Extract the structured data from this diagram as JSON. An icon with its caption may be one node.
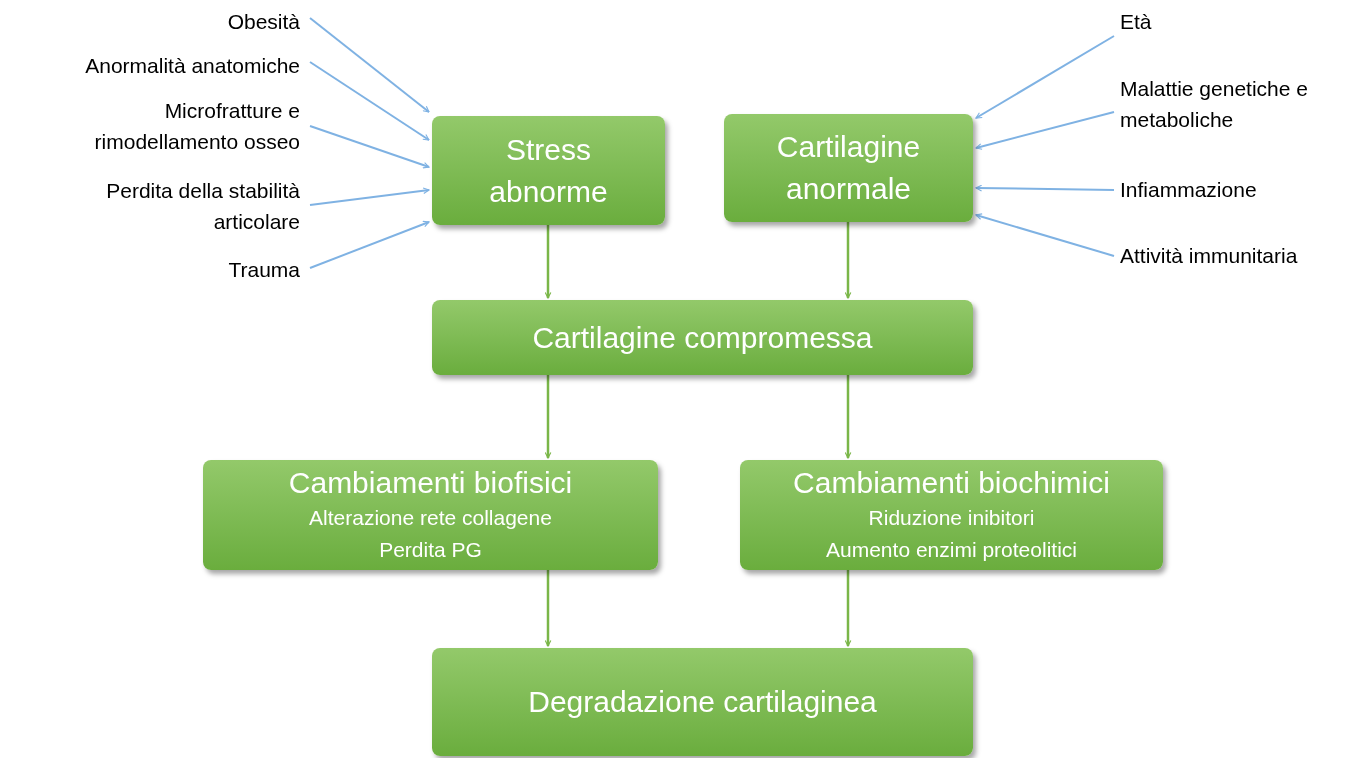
{
  "diagram": {
    "nodes": [
      {
        "text": [
          "Stress abnorme"
        ]
      },
      {
        "text": [
          "Cartilagine anormale"
        ]
      },
      {
        "text": [
          "Cartilagine compromessa"
        ]
      },
      {
        "text": [
          "Cambiamenti biofisici",
          "Alterazione rete collagene",
          "Perdita PG"
        ]
      },
      {
        "text": [
          "Cambiamenti biochimici",
          "Riduzione inibitori",
          "Aumento enzimi proteolitici"
        ]
      },
      {
        "text": [
          "Degradazione cartilaginea"
        ]
      },
      {
        "text": [
          "Obesità"
        ]
      },
      {
        "text": [
          "Anormalità anatomiche"
        ]
      },
      {
        "text": [
          "Microfratture e rimodellamento osseo"
        ]
      },
      {
        "text": [
          "Perdita della stabilità articolare"
        ]
      },
      {
        "text": [
          "Trauma"
        ]
      },
      {
        "text": [
          "Età"
        ]
      },
      {
        "text": [
          "Malattie genetiche e metaboliche"
        ]
      },
      {
        "text": [
          "Infiammazione"
        ]
      },
      {
        "text": [
          "Attività immunitaria"
        ]
      }
    ],
    "edges": [
      {
        "from": 6,
        "to": 0,
        "arrow": "to"
      },
      {
        "from": 7,
        "to": 0,
        "arrow": "to"
      },
      {
        "from": 8,
        "to": 0,
        "arrow": "to"
      },
      {
        "from": 9,
        "to": 0,
        "arrow": "to"
      },
      {
        "from": 10,
        "to": 0,
        "arrow": "to"
      },
      {
        "from": 11,
        "to": 1,
        "arrow": "to"
      },
      {
        "from": 12,
        "to": 1,
        "arrow": "to"
      },
      {
        "from": 13,
        "to": 1,
        "arrow": "to"
      },
      {
        "from": 14,
        "to": 1,
        "arrow": "to"
      },
      {
        "from": 0,
        "to": 2,
        "arrow": "to",
        "color": "#7ab648"
      },
      {
        "from": 1,
        "to": 2,
        "arrow": "to",
        "color": "#7ab648"
      },
      {
        "from": 2,
        "to": 3,
        "arrow": "to",
        "color": "#7ab648"
      },
      {
        "from": 2,
        "to": 4,
        "arrow": "to",
        "color": "#7ab648"
      },
      {
        "from": 3,
        "to": 5,
        "arrow": "to",
        "color": "#7ab648"
      },
      {
        "from": 4,
        "to": 5,
        "arrow": "to",
        "color": "#7ab648"
      }
    ]
  }
}
